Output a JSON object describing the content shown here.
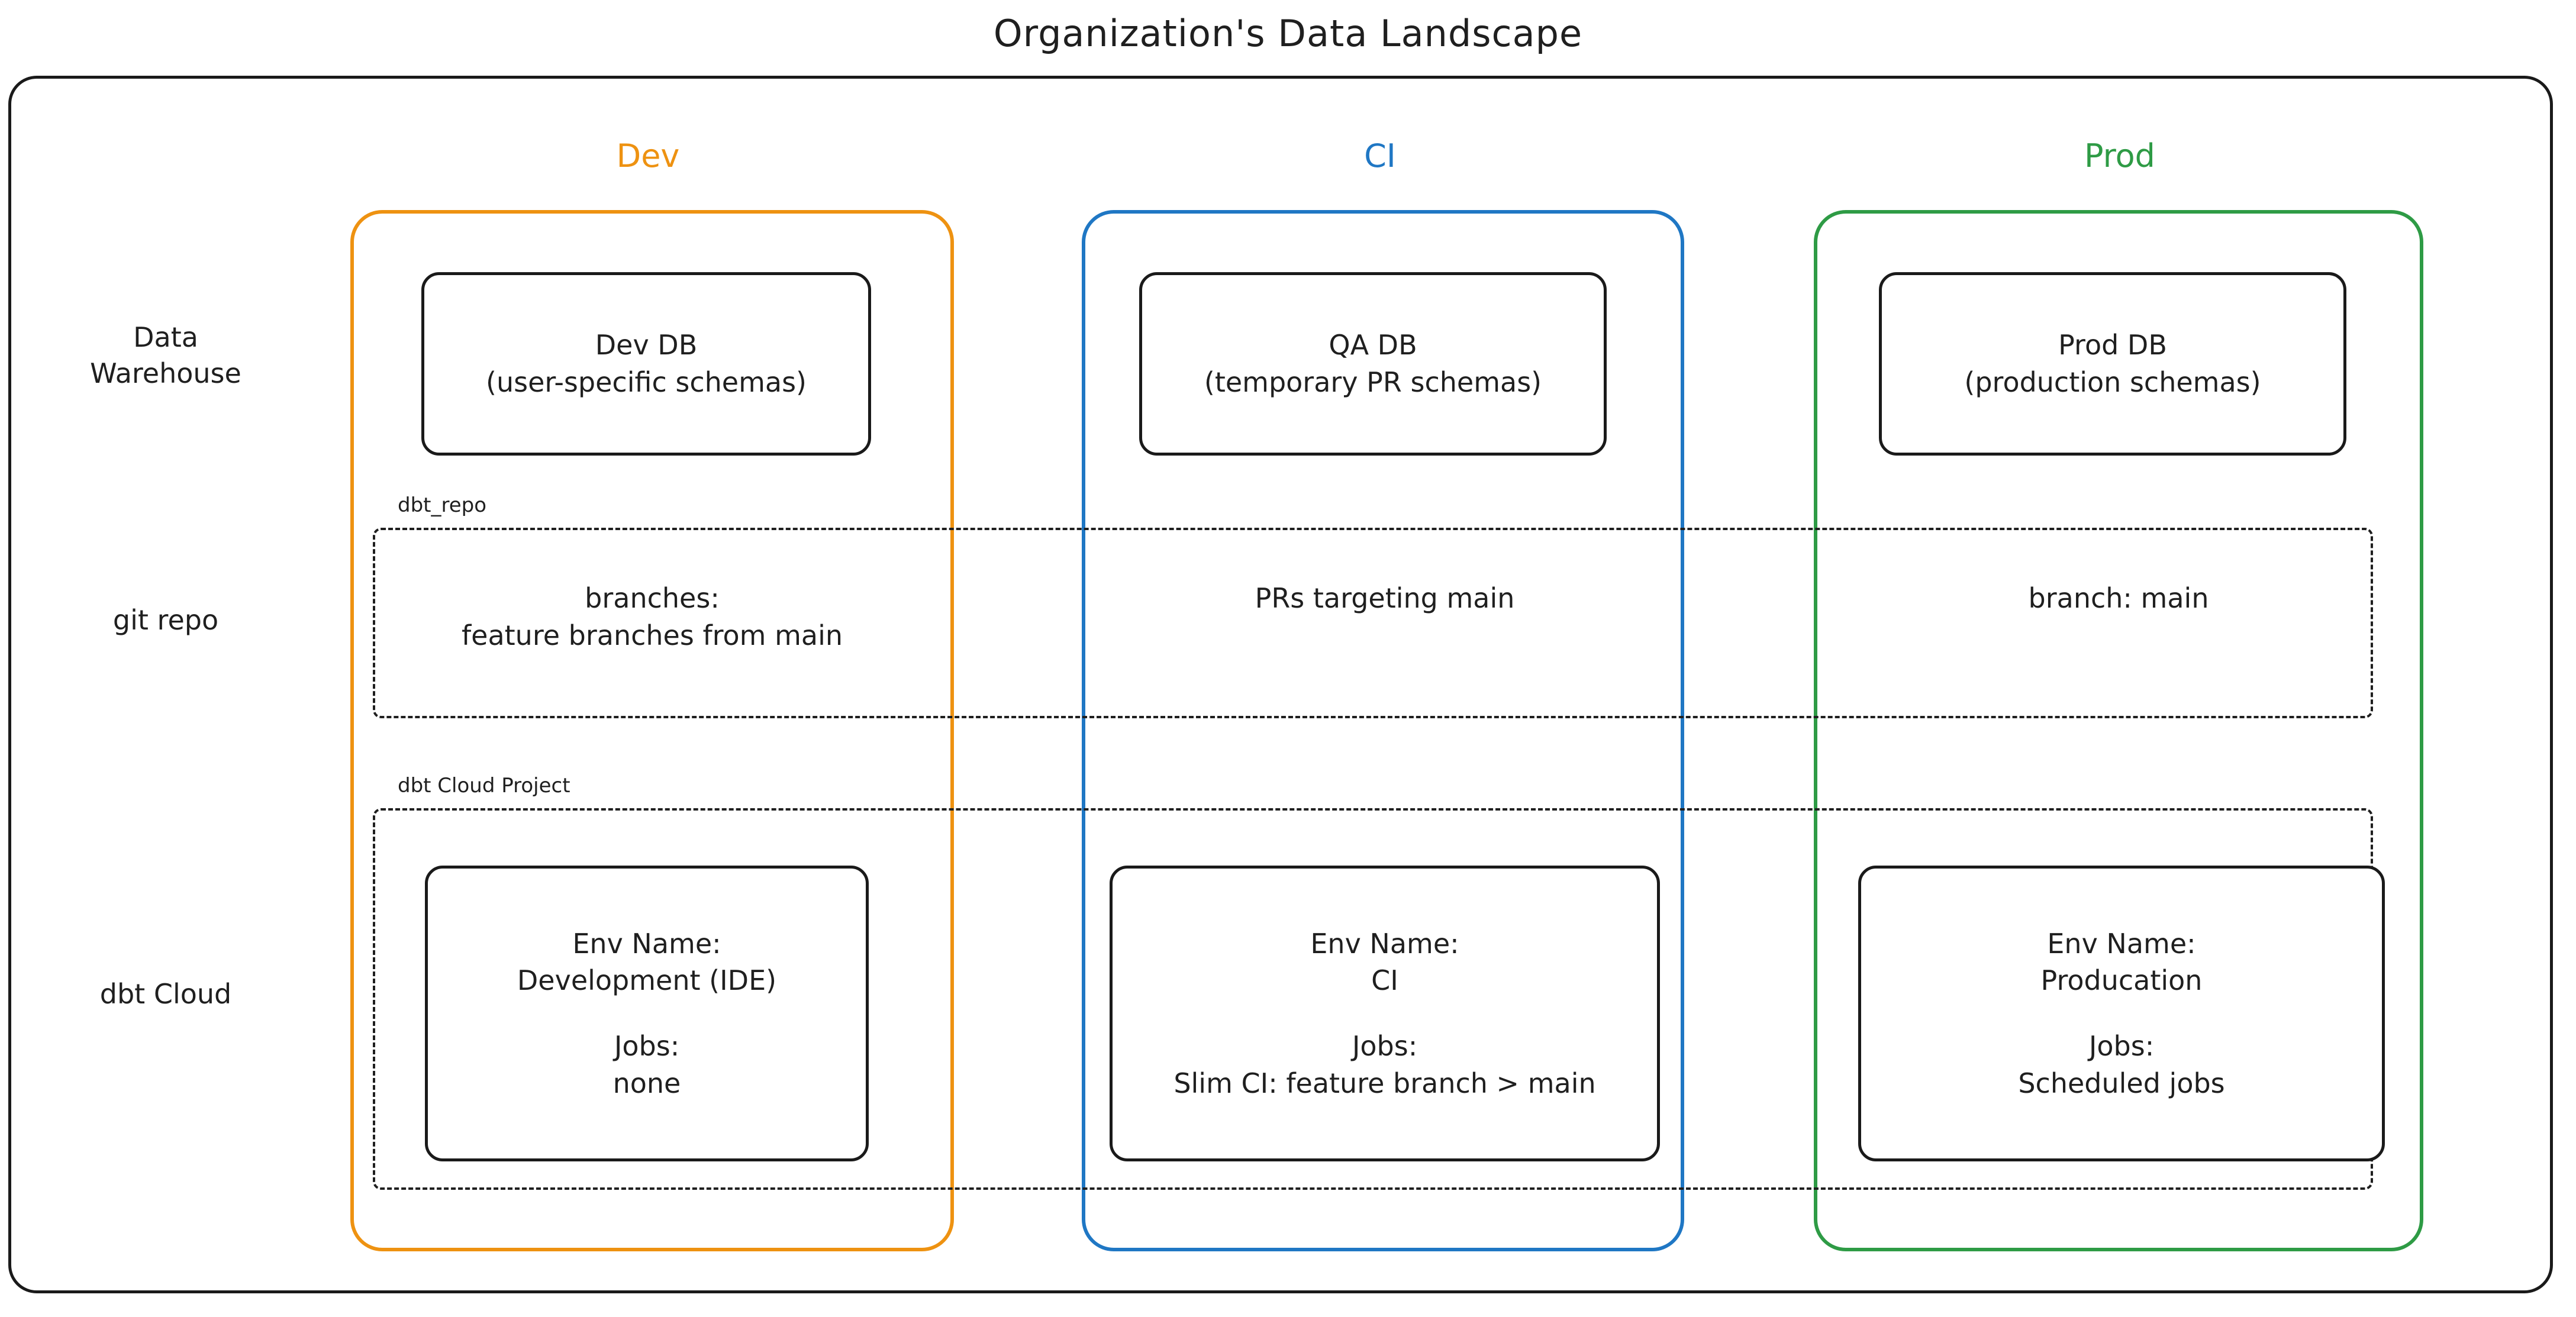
{
  "title": "Organization's Data Landscape",
  "colors": {
    "dev": "#EE9211",
    "ci": "#1F77C4",
    "prod": "#2E9B45",
    "outline": "#1A1A1A",
    "background": "#FFFFFF"
  },
  "columns": [
    {
      "key": "dev",
      "label": "Dev"
    },
    {
      "key": "ci",
      "label": "CI"
    },
    {
      "key": "prod",
      "label": "Prod"
    }
  ],
  "rows": [
    {
      "key": "data_warehouse",
      "label_line1": "Data",
      "label_line2": "Warehouse"
    },
    {
      "key": "git_repo",
      "label_line1": "git repo",
      "label_line2": ""
    },
    {
      "key": "dbt_cloud",
      "label_line1": "dbt Cloud",
      "label_line2": ""
    }
  ],
  "groups": {
    "git_repo": {
      "label": "dbt_repo"
    },
    "dbt_cloud": {
      "label": "dbt Cloud Project"
    }
  },
  "data_warehouse": {
    "dev": {
      "line1": "Dev DB",
      "line2": "(user-specific schemas)"
    },
    "ci": {
      "line1": "QA DB",
      "line2": "(temporary PR schemas)"
    },
    "prod": {
      "line1": "Prod DB",
      "line2": "(production schemas)"
    }
  },
  "git_repo": {
    "dev": {
      "line1": "branches:",
      "line2": "feature branches from main"
    },
    "ci": {
      "line1": "PRs targeting main",
      "line2": ""
    },
    "prod": {
      "line1": "branch: main",
      "line2": ""
    }
  },
  "dbt_cloud": {
    "dev": {
      "env_label": "Env Name:",
      "env_value": "Development (IDE)",
      "jobs_label": "Jobs:",
      "jobs_value": "none"
    },
    "ci": {
      "env_label": "Env Name:",
      "env_value": "CI",
      "jobs_label": "Jobs:",
      "jobs_value": "Slim CI: feature branch > main"
    },
    "prod": {
      "env_label": "Env Name:",
      "env_value": "Producation",
      "jobs_label": "Jobs:",
      "jobs_value": "Scheduled jobs"
    }
  }
}
